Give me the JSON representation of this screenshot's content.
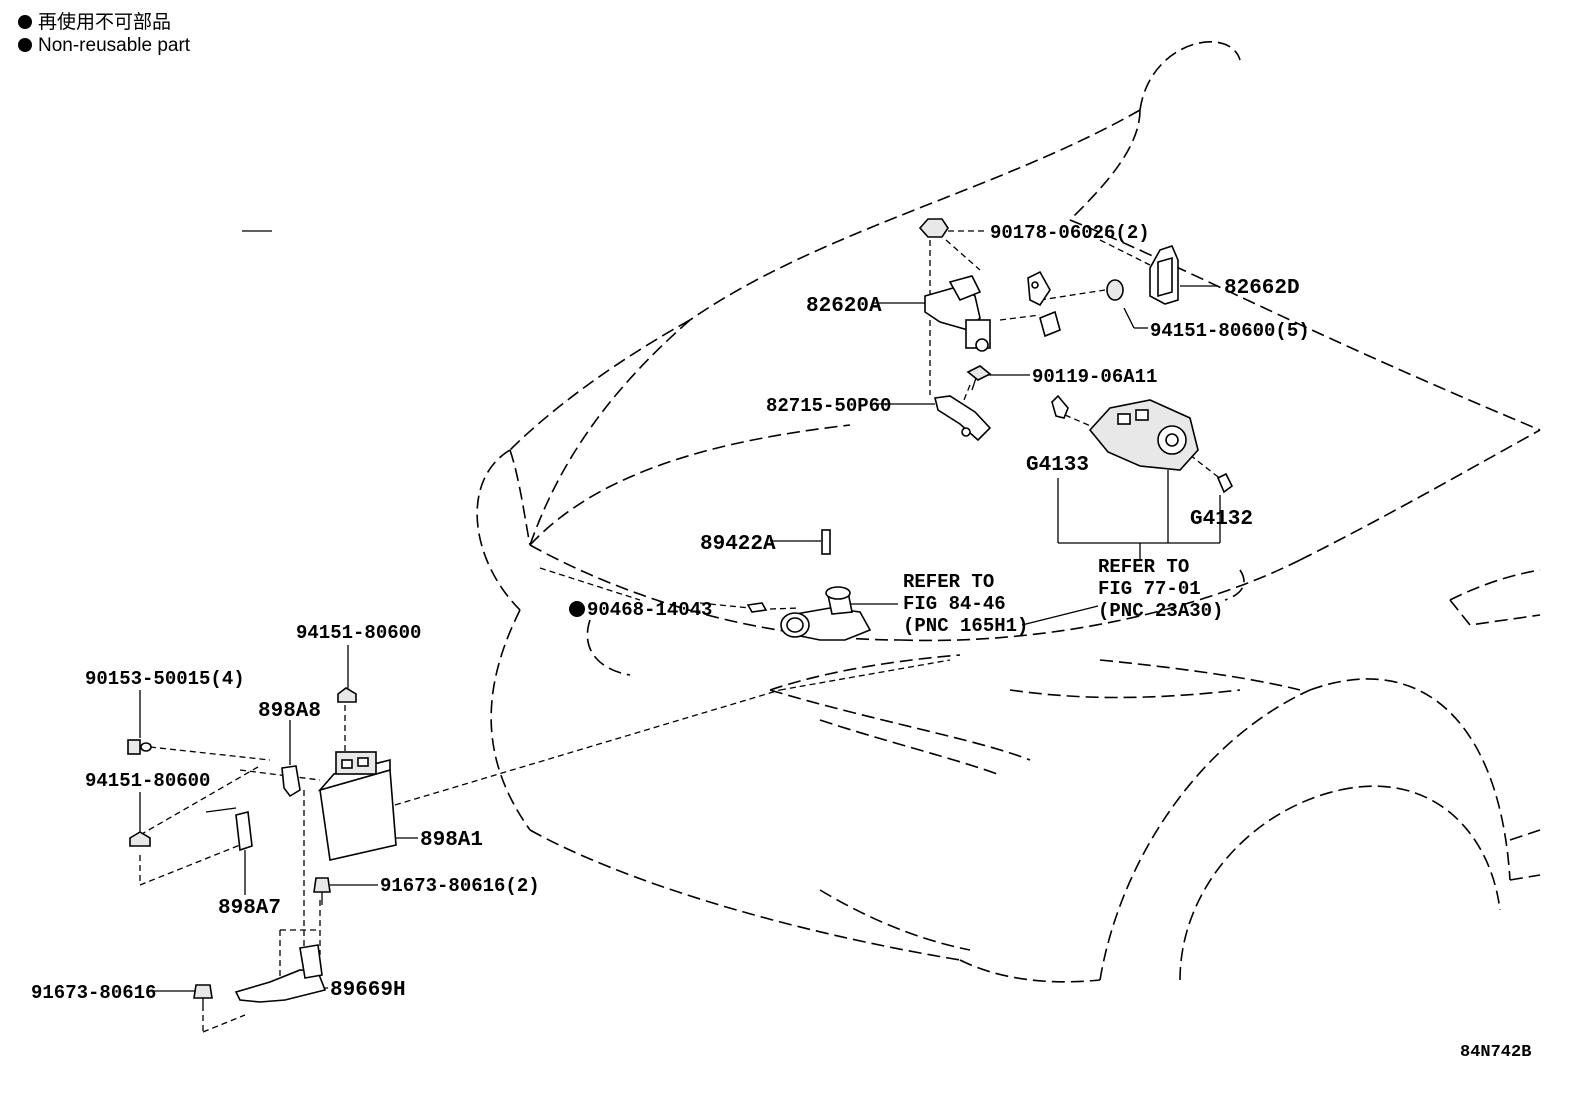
{
  "legend": {
    "jp": "再使用不可部品",
    "en": "Non-reusable part"
  },
  "figure_code": "84N742B",
  "parts": {
    "p90178": "90178-06026(2)",
    "p82662D": "82662D",
    "p82620A": "82620A",
    "p94151_5": "94151-80600(5)",
    "p90119": "90119-06A11",
    "p82715": "82715-50P60",
    "pG4133": "G4133",
    "pG4132": "G4132",
    "p89422A": "89422A",
    "p90468": "90468-14043",
    "p94151_a": "94151-80600",
    "p90153": "90153-50015(4)",
    "p898A8": "898A8",
    "p94151_b": "94151-80600",
    "p898A1": "898A1",
    "p91673_2": "91673-80616(2)",
    "p898A7": "898A7",
    "p91673": "91673-80616",
    "p89669H": "89669H"
  },
  "refer": {
    "a_line1": "REFER TO",
    "a_line2": "FIG 84-46",
    "a_line3": "(PNC 165H1)",
    "b_line1": "REFER TO",
    "b_line2": "FIG 77-01",
    "b_line3": "(PNC 23A30)"
  }
}
